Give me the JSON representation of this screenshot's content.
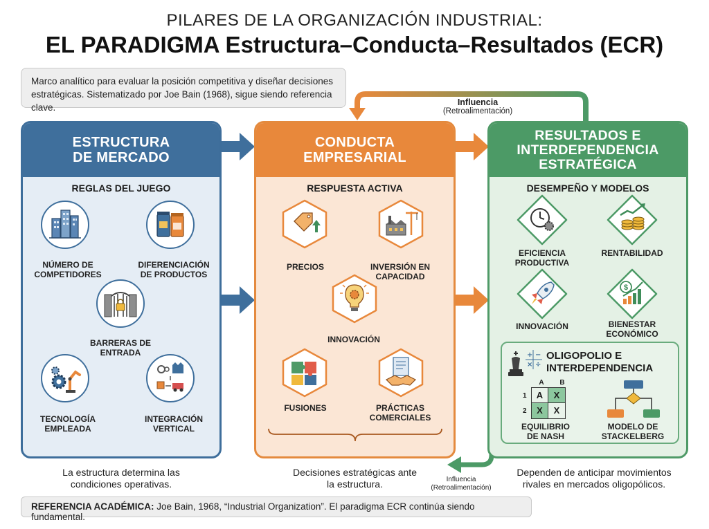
{
  "title": {
    "line1": "PILARES DE LA ORGANIZACIÓN INDUSTRIAL:",
    "line2": "EL PARADIGMA Estructura–Conducta–Resultados (ECR)"
  },
  "intro": {
    "line1": "Marco analítico para evaluar la posición competitiva y diseñar decisiones",
    "line2": "estratégicas. Sistematizado por Joe Bain (1968), sigue siendo referencia clave."
  },
  "feedback_top": {
    "title": "Influencia",
    "subtitle": "(Retroalimentación)"
  },
  "feedback_bottom": {
    "title": "Influencia",
    "subtitle": "(Retroalimentación)"
  },
  "columns": {
    "estructura": {
      "header_line1": "ESTRUCTURA",
      "header_line2": "DE MERCADO",
      "subtitle": "REGLAS DEL JUEGO",
      "items": [
        {
          "line1": "NÚMERO DE",
          "line2": "COMPETIDORES",
          "icon": "buildings-icon"
        },
        {
          "line1": "DIFERENCIACIÓN",
          "line2": "DE PRODUCTOS",
          "icon": "product-bags-icon"
        },
        {
          "line1": "BARRERAS DE",
          "line2": "ENTRADA",
          "icon": "gate-lock-icon"
        },
        {
          "line1": "TECNOLOGÍA",
          "line2": "EMPLEADA",
          "icon": "gears-robot-arm-icon"
        },
        {
          "line1": "INTEGRACIÓN",
          "line2": "VERTICAL",
          "icon": "supply-chain-icon"
        }
      ],
      "caption_line1": "La estructura determina las",
      "caption_line2": "condiciones operativas."
    },
    "conducta": {
      "header_line1": "CONDUCTA",
      "header_line2": "EMPRESARIAL",
      "subtitle": "RESPUESTA ACTIVA",
      "items": [
        {
          "line1": "PRECIOS",
          "line2": "",
          "icon": "price-tag-icon"
        },
        {
          "line1": "INVERSIÓN EN",
          "line2": "CAPACIDAD",
          "icon": "factory-crane-icon"
        },
        {
          "line1": "INNOVACIÓN",
          "line2": "",
          "icon": "lightbulb-gear-icon"
        },
        {
          "line1": "FUSIONES",
          "line2": "",
          "icon": "puzzle-icon"
        },
        {
          "line1": "PRÁCTICAS",
          "line2": "COMERCIALES",
          "icon": "handshake-document-icon"
        }
      ],
      "caption_line1": "Decisiones estratégicas ante",
      "caption_line2": "la estructura."
    },
    "resultados": {
      "header_line1": "RESULTADOS E",
      "header_line2": "INTERDEPENDENCIA",
      "header_line3": "ESTRATÉGICA",
      "subtitle": "DESEMPEÑO Y MODELOS",
      "items": [
        {
          "line1": "EFICIENCIA",
          "line2": "PRODUCTIVA",
          "icon": "clock-gear-icon"
        },
        {
          "line1": "RENTABILIDAD",
          "line2": "",
          "icon": "coins-growth-icon"
        },
        {
          "line1": "INNOVACIÓN",
          "line2": "",
          "icon": "rocket-icon"
        },
        {
          "line1": "BIENESTAR",
          "line2": "ECONÓMICO",
          "icon": "dollar-chart-icon"
        }
      ],
      "oligopoly": {
        "title_line1": "OLIGOPOLIO E",
        "title_line2": "INTERDEPENDENCIA",
        "matrix_cols": [
          "A",
          "B"
        ],
        "matrix_rows": [
          "1",
          "2"
        ],
        "matrix_cells": [
          "A",
          "X",
          "X",
          "X"
        ],
        "nash_line1": "EQUILIBRIO",
        "nash_line2": "DE NASH",
        "stackelberg_line1": "MODELO DE",
        "stackelberg_line2": "STACKELBERG",
        "math_symbols": [
          "+",
          "−",
          "×",
          "÷"
        ]
      },
      "caption_line1": "Dependen de anticipar movimientos",
      "caption_line2": "rivales en mercados oligopólicos."
    }
  },
  "reference": {
    "label": "REFERENCIA ACADÉMICA:",
    "text": " Joe Bain, 1968, “Industrial Organization”. El paradigma ECR continúa siendo fundamental."
  },
  "colors": {
    "blue": "#3f6f9c",
    "orange": "#e8883b",
    "green": "#4c9a66",
    "blue_bg": "#e5edf5",
    "orange_bg": "#fbe6d5",
    "green_bg": "#e4f1e5"
  }
}
